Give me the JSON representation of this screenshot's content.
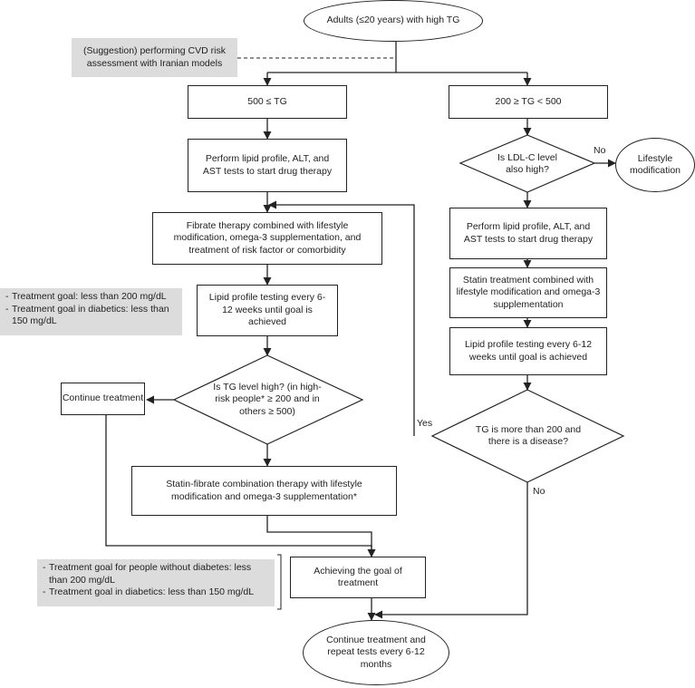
{
  "nodes": {
    "start": "Adults (≤20 years) with high TG",
    "suggestion": "(Suggestion) performing CVD risk assessment with Iranian models",
    "tg_high_branch": "500 ≤ TG",
    "tg_mid_branch": "200 ≥ TG < 500",
    "left_tests": "Perform lipid profile, ALT, and AST tests to start drug therapy",
    "fibrate": "Fibrate therapy combined with lifestyle modification, omega-3 supplementation, and treatment of risk factor or comorbidity",
    "left_profile": "Lipid profile testing every 6-12 weeks until goal is achieved",
    "tg_level_decision": "Is TG level high? (in high-risk people* ≥ 200 and in others ≥ 500)",
    "continue_treatment": "Continue treatment",
    "statin_fibrate": "Statin-fibrate combination therapy with lifestyle modification and omega-3 supplementation*",
    "ldl_decision": "Is LDL-C level also high?",
    "lifestyle": "Lifestyle modification",
    "right_tests": "Perform lipid profile, ALT, and AST tests to start drug therapy",
    "statin": "Statin treatment combined with lifestyle modification and omega-3 supplementation",
    "right_profile": "Lipid profile testing every 6-12 weeks until goal is achieved",
    "disease_decision": "TG is more than 200 and there is a disease?",
    "goal": "Achieving the goal of treatment",
    "end": "Continue treatment and repeat tests every 6-12 months"
  },
  "notes": {
    "left_goals": [
      "Treatment goal: less than 200 mg/dL",
      "Treatment goal in diabetics: less than 150 mg/dL"
    ],
    "bottom_goals": [
      "Treatment goal for people without diabetes: less than 200 mg/dL",
      "Treatment goal in diabetics: less than 150 mg/dL"
    ]
  },
  "edge_labels": {
    "ldl_no": "No",
    "yes": "Yes",
    "disease_no": "No"
  },
  "colors": {
    "line": "#222222",
    "note_bg": "#dcdcdc"
  }
}
